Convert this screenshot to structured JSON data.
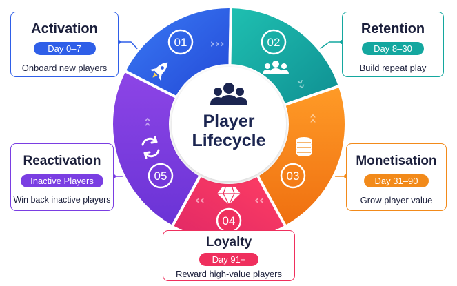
{
  "center": {
    "line1": "Player",
    "line2": "Lifecycle",
    "icon": "group-of-people-icon"
  },
  "colors": {
    "activation": "#2f5fe8",
    "retention": "#14a79f",
    "monetisation": "#f28a1a",
    "loyalty": "#ef2f5d",
    "reactivation": "#7a3ee2",
    "text": "#1b1f3b"
  },
  "stages": [
    {
      "number": "01",
      "title": "Activation",
      "badge": "Day 0–7",
      "description": "Onboard new players",
      "icon": "rocket-icon",
      "color": "#2f5fe8"
    },
    {
      "number": "02",
      "title": "Retention",
      "badge": "Day 8–30",
      "description": "Build repeat play",
      "icon": "people-icon",
      "color": "#14a79f"
    },
    {
      "number": "03",
      "title": "Monetisation",
      "badge": "Day 31–90",
      "description": "Grow player value",
      "icon": "coin-stack-icon",
      "color": "#f28a1a"
    },
    {
      "number": "04",
      "title": "Loyalty",
      "badge": "Day 91+",
      "description": "Reward high-value players",
      "icon": "diamond-icon",
      "color": "#ef2f5d"
    },
    {
      "number": "05",
      "title": "Reactivation",
      "badge": "Inactive Players",
      "description": "Win back inactive players",
      "icon": "refresh-icon",
      "color": "#7a3ee2"
    }
  ]
}
